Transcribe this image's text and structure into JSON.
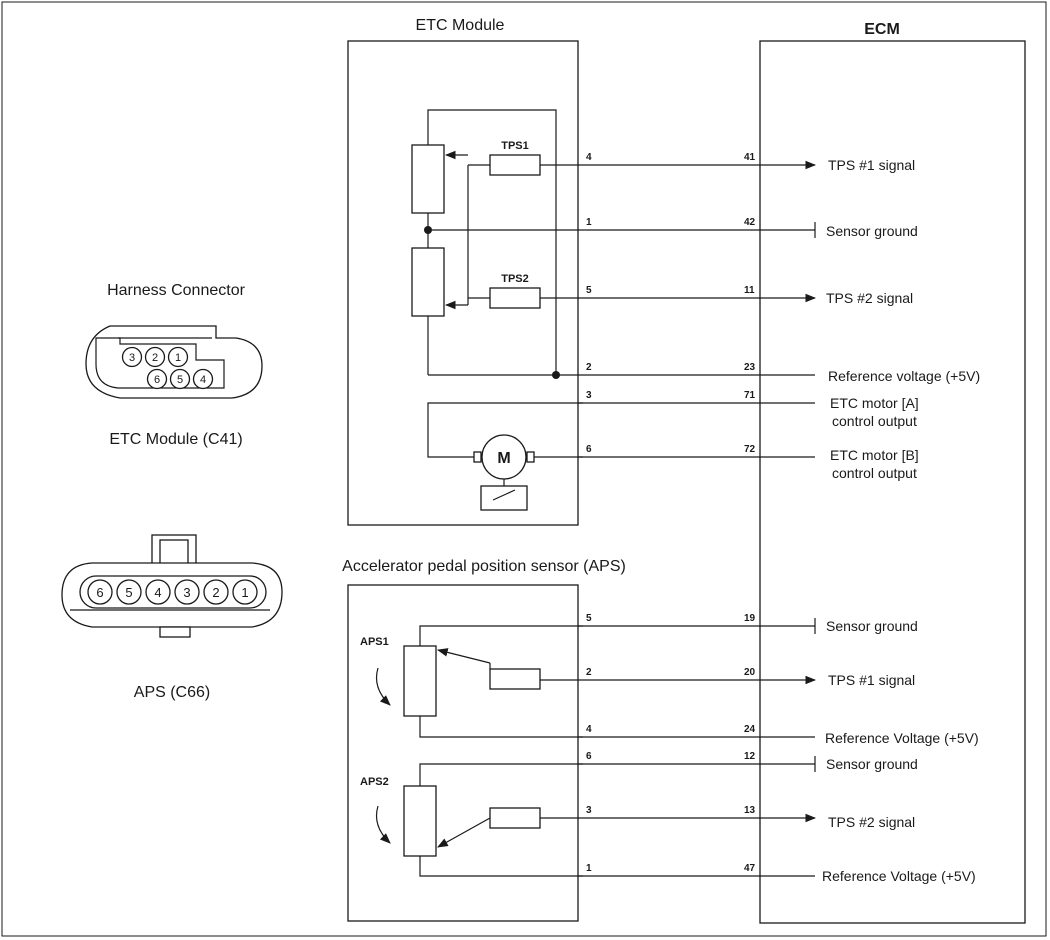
{
  "titles": {
    "etc_module": "ETC Module",
    "ecm": "ECM",
    "aps_module": "Accelerator pedal position sensor (APS)",
    "harness_connector": "Harness Connector",
    "etc_connector_caption": "ETC Module (C41)",
    "aps_connector_caption": "APS (C66)"
  },
  "components": {
    "tps1": "TPS1",
    "tps2": "TPS2",
    "motor": "M",
    "aps1": "APS1",
    "aps2": "APS2"
  },
  "etc_connector_pins": {
    "top": [
      "3",
      "2",
      "1"
    ],
    "bottom": [
      "6",
      "5",
      "4"
    ]
  },
  "aps_connector_pins": [
    "6",
    "5",
    "4",
    "3",
    "2",
    "1"
  ],
  "etc_circuits": [
    {
      "module_pin": "4",
      "ecm_pin": "41",
      "label": "TPS #1 signal"
    },
    {
      "module_pin": "1",
      "ecm_pin": "42",
      "label": "Sensor ground"
    },
    {
      "module_pin": "5",
      "ecm_pin": "11",
      "label": "TPS #2 signal"
    },
    {
      "module_pin": "2",
      "ecm_pin": "23",
      "label": "Reference voltage (+5V)"
    },
    {
      "module_pin": "3",
      "ecm_pin": "71",
      "label": "ETC motor [A]",
      "label2": "control output"
    },
    {
      "module_pin": "6",
      "ecm_pin": "72",
      "label": "ETC motor [B]",
      "label2": "control output"
    }
  ],
  "aps_circuits": [
    {
      "module_pin": "5",
      "ecm_pin": "19",
      "label": "Sensor ground"
    },
    {
      "module_pin": "2",
      "ecm_pin": "20",
      "label": "TPS #1 signal"
    },
    {
      "module_pin": "4",
      "ecm_pin": "24",
      "label": "Reference Voltage (+5V)"
    },
    {
      "module_pin": "6",
      "ecm_pin": "12",
      "label": "Sensor ground"
    },
    {
      "module_pin": "3",
      "ecm_pin": "13",
      "label": "TPS #2 signal"
    },
    {
      "module_pin": "1",
      "ecm_pin": "47",
      "label": "Reference Voltage (+5V)"
    }
  ]
}
